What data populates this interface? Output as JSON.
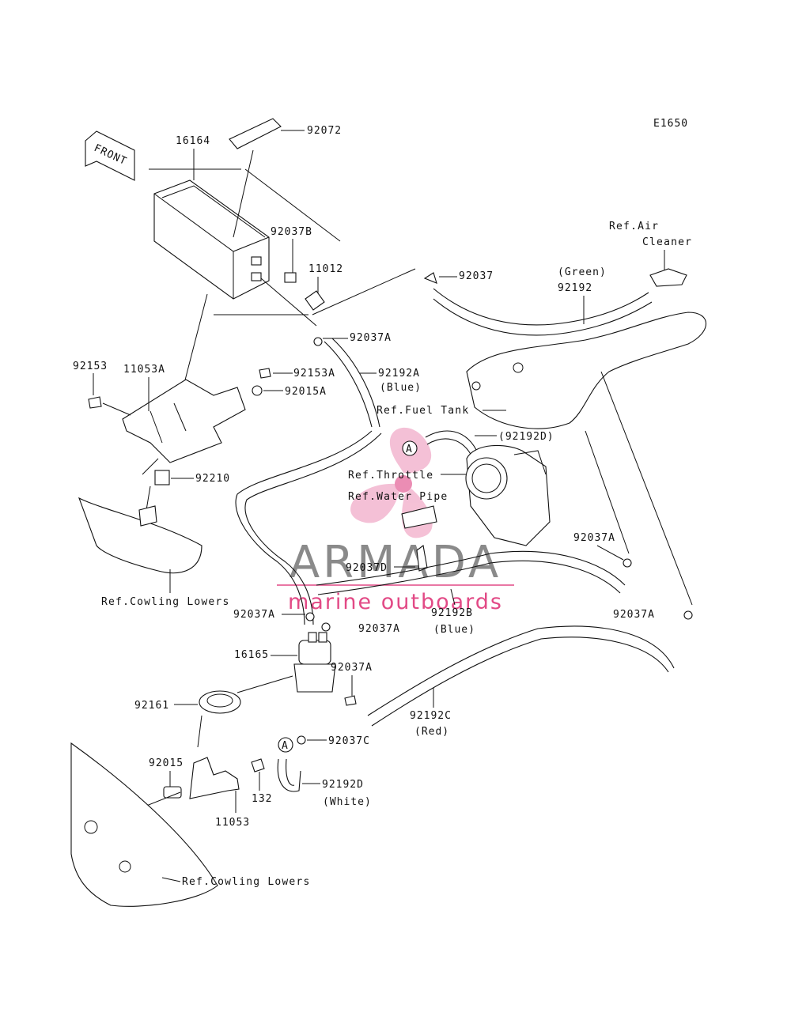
{
  "diagram": {
    "code": "E1650",
    "front_label": "FRONT",
    "parts": {
      "p16164": "16164",
      "p92072": "92072",
      "p92037B": "92037B",
      "p11012": "11012",
      "p92037": "92037",
      "p92037A_top": "92037A",
      "p92153A": "92153A",
      "p92015A": "92015A",
      "p92192A": "92192A",
      "p92192A_color": "(Blue)",
      "p92153": "92153",
      "p11053A": "11053A",
      "p92210": "92210",
      "p92192_color": "(Green)",
      "p92192": "92192",
      "p92192D_top": "(92192D)",
      "p92037A_right": "92037A",
      "p92037A_far": "92037A",
      "p92037D": "92037D",
      "p92037A_left": "92037A",
      "p92037A_mid": "92037A",
      "p92192B": "92192B",
      "p92192B_color": "(Blue)",
      "p16165": "16165",
      "p92037A_filter": "92037A",
      "p92161": "92161",
      "p92192C": "92192C",
      "p92192C_color": "(Red)",
      "p92037C": "92037C",
      "p92015": "92015",
      "p132": "132",
      "p92192D": "92192D",
      "p92192D_color": "(White)",
      "p11053": "11053",
      "marker_a": "A"
    },
    "refs": {
      "air_cleaner_1": "Ref.Air",
      "air_cleaner_2": "Cleaner",
      "fuel_tank": "Ref.Fuel Tank",
      "throttle": "Ref.Throttle",
      "water_pipe": "Ref.Water Pipe",
      "cowling_1": "Ref.Cowling Lowers",
      "cowling_2": "Ref.Cowling Lowers"
    }
  },
  "watermark": {
    "brand": "ARMADA",
    "tagline": "marine outboards",
    "color_pink": "#e24a86",
    "color_gray": "#8a8a8a"
  }
}
